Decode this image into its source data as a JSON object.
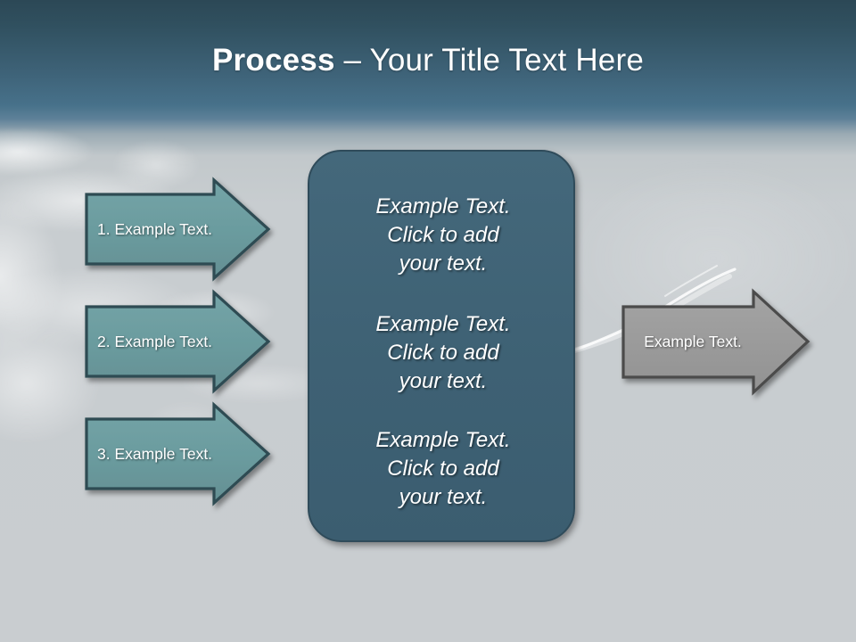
{
  "slide": {
    "title": {
      "bold_part": "Process",
      "rest_part": " – Your Title Text Here",
      "full": "Process – Your Title Text Here"
    },
    "theme": {
      "title_band_top": "#2c4856",
      "title_band_bottom": "#47718a",
      "body_background": "#c8cdd0",
      "left_arrow_fill": "#6a9b9e",
      "left_arrow_outline": "#2f4b52",
      "center_box_fill": "#3f6578",
      "center_box_outline": "#2f4b5a",
      "right_arrow_fill": "#9a9a9a",
      "right_arrow_outline": "#4c4c4c",
      "text_color": "#ffffff"
    },
    "left_arrows": [
      {
        "label": "1. Example Text."
      },
      {
        "label": "2. Example Text."
      },
      {
        "label": "3. Example Text."
      }
    ],
    "center_box": {
      "blocks": [
        {
          "line1": "Example Text.",
          "line2": "Click  to add",
          "line3": "your text."
        },
        {
          "line1": "Example Text.",
          "line2": "Click  to add",
          "line3": "your text."
        },
        {
          "line1": "Example Text.",
          "line2": "Click  to add",
          "line3": "your text."
        }
      ]
    },
    "right_arrow": {
      "label": "Example Text."
    }
  }
}
